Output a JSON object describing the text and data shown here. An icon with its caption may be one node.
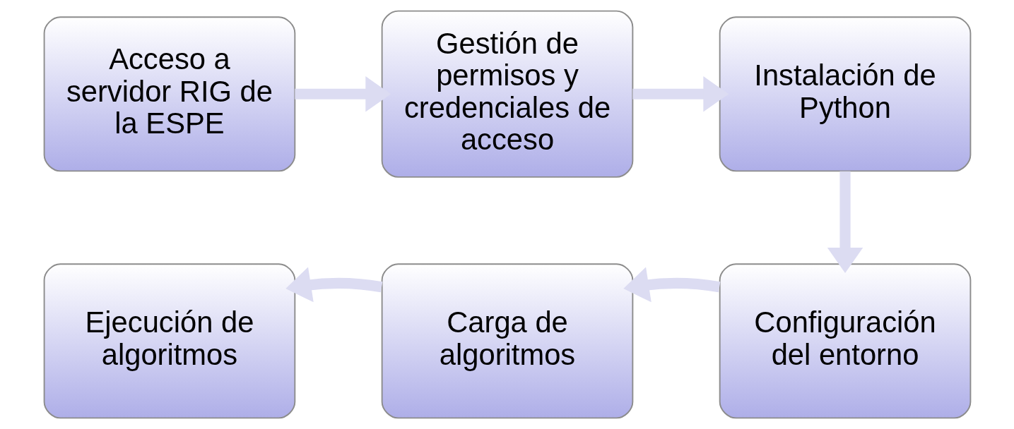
{
  "diagram": {
    "nodes": [
      {
        "text": [
          "Acceso a servidor RIG de la ESPE"
        ]
      },
      {
        "text": [
          "Gestión de permisos y credenciales de acceso"
        ]
      },
      {
        "text": [
          "Instalación de Python"
        ]
      },
      {
        "text": [
          "Configuración del entorno"
        ]
      },
      {
        "text": [
          "Carga de algoritmos"
        ]
      },
      {
        "text": [
          "Ejecución de algoritmos"
        ]
      }
    ],
    "edges": [
      {
        "from": 0,
        "to": 1,
        "arrow": "to"
      },
      {
        "from": 1,
        "to": 2,
        "arrow": "to"
      },
      {
        "from": 2,
        "to": 3,
        "arrow": "to"
      },
      {
        "from": 3,
        "to": 4,
        "arrow": "to"
      },
      {
        "from": 4,
        "to": 5,
        "arrow": "to"
      }
    ]
  }
}
